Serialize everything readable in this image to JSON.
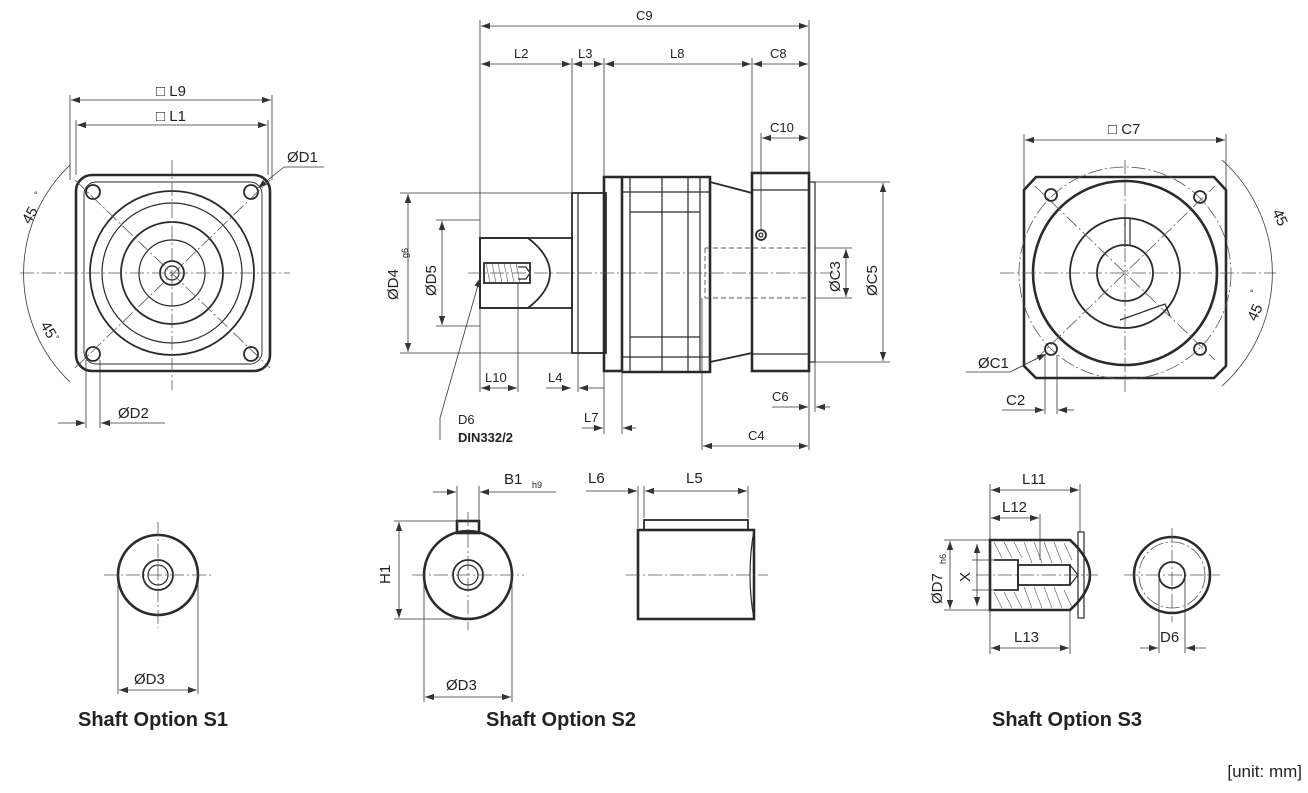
{
  "labels": {
    "L9": "□ L9",
    "L1": "□ L1",
    "D1": "ØD1",
    "D2": "ØD2",
    "angle45": "45",
    "C9": "C9",
    "L2": "L2",
    "L3": "L3",
    "L8": "L8",
    "C8": "C8",
    "C10": "C10",
    "D4": "ØD4",
    "D4_tol": "g6",
    "D5": "ØD5",
    "C3": "ØC3",
    "C5": "ØC5",
    "L10": "L10",
    "L4": "L4",
    "L7": "L7",
    "C6": "C6",
    "C4": "C4",
    "D6_note": "D6",
    "DIN": "DIN332/2",
    "C7": "□ C7",
    "C1": "ØC1",
    "C2": "C2",
    "D3": "ØD3",
    "B1": "B1",
    "B1_tol": "h9",
    "H1": "H1",
    "L6": "L6",
    "L5": "L5",
    "L11": "L11",
    "L12": "L12",
    "L13": "L13",
    "D7": "ØD7",
    "D7_tol": "h6",
    "X": "X",
    "D6": "D6"
  },
  "titles": {
    "s1": "Shaft Option S1",
    "s2": "Shaft Option S2",
    "s3": "Shaft Option S3"
  },
  "unit": "[unit: mm]"
}
